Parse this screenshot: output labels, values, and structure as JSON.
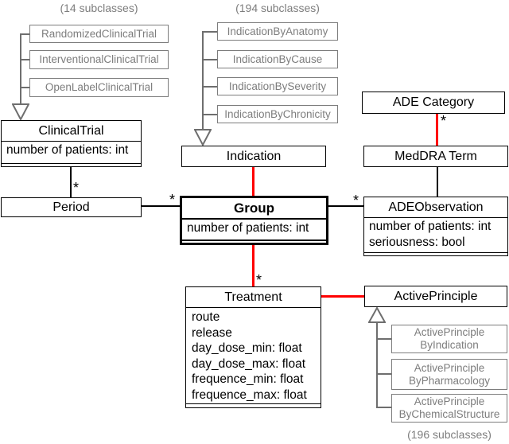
{
  "figure": {
    "multiplicity_star": "*",
    "colors": {
      "relation_highlight": "#ff0000",
      "relation_default": "#000000",
      "subclass_gray": "#7d7d7d"
    },
    "clusters": {
      "clinical_trial": {
        "count_label": "(14 subclasses)",
        "items": [
          "RandomizedClinicalTrial",
          "InterventionalClinicalTrial",
          "OpenLabelClinicalTrial"
        ]
      },
      "indication": {
        "count_label": "(194 subclasses)",
        "items": [
          "IndicationByAnatomy",
          "IndicationByCause",
          "IndicationBySeverity",
          "IndicationByChronicity"
        ]
      },
      "active_principle": {
        "count_label": "(196 subclasses)",
        "items": [
          [
            "ActivePrinciple",
            "ByIndication"
          ],
          [
            "ActivePrinciple",
            "ByPharmacology"
          ],
          [
            "ActivePrinciple",
            "ByChemicalStructure"
          ]
        ]
      }
    },
    "classes": {
      "clinical_trial": {
        "title": "ClinicalTrial",
        "attributes": [
          "number of patients: int"
        ]
      },
      "period": {
        "title": "Period"
      },
      "indication": {
        "title": "Indication"
      },
      "group": {
        "title": "Group",
        "attributes": [
          "number of patients: int"
        ]
      },
      "ade_category": {
        "title": "ADE Category"
      },
      "meddra_term": {
        "title": "MedDRA Term"
      },
      "ade_observation": {
        "title": "ADEObservation",
        "attributes": [
          "number of patients: int",
          "seriousness: bool"
        ]
      },
      "treatment": {
        "title": "Treatment",
        "attributes": [
          "route",
          "release",
          "day_dose_min: float",
          "day_dose_max: float",
          "frequence_min: float",
          "frequence_max: float"
        ]
      },
      "active_principle": {
        "title": "ActivePrinciple"
      }
    }
  }
}
